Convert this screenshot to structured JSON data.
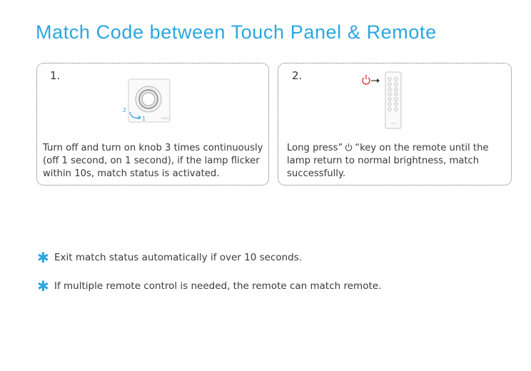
{
  "page": {
    "title": "Match Code between Touch Panel & Remote"
  },
  "steps": [
    {
      "number": "1.",
      "panel_label_1": "1",
      "panel_label_2": "2",
      "panel_brand": "LEDEX",
      "description": "Turn off and turn on knob 3 times continuously (off 1 second, on 1 second), if the lamp flicker within 10s, match status is activated."
    },
    {
      "number": "2.",
      "description_before": "Long press”",
      "description_after": "“key on the remote until the lamp return to normal brightness, match successfully."
    }
  ],
  "notes": [
    "Exit match status automatically if over 10 seconds.",
    "If multiple remote control is needed, the remote can match remote."
  ],
  "note_marker": "✱",
  "colors": {
    "accent": "#2ba6e0",
    "power_icon": "#e03a3a",
    "text": "#3a3a3a",
    "border": "#6b6b6b"
  }
}
